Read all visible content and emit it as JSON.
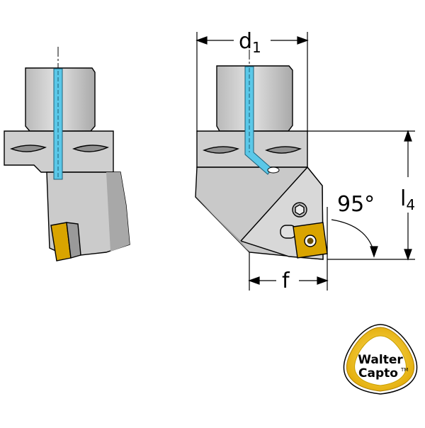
{
  "dimensions": {
    "d1": {
      "base": "d",
      "sub": "1"
    },
    "l4": {
      "base": "l",
      "sub": "4"
    },
    "angle": "95°",
    "f": "f"
  },
  "logo": {
    "line1": "Walter",
    "line2": "Capto",
    "tm": "TM"
  },
  "colors": {
    "body_gray": "#cdcdcd",
    "shade_gray": "#a0a0a0",
    "coolant_blue": "#5bc8e8",
    "insert_gold": "#d9a400",
    "logo_gold": "#f2c200"
  }
}
